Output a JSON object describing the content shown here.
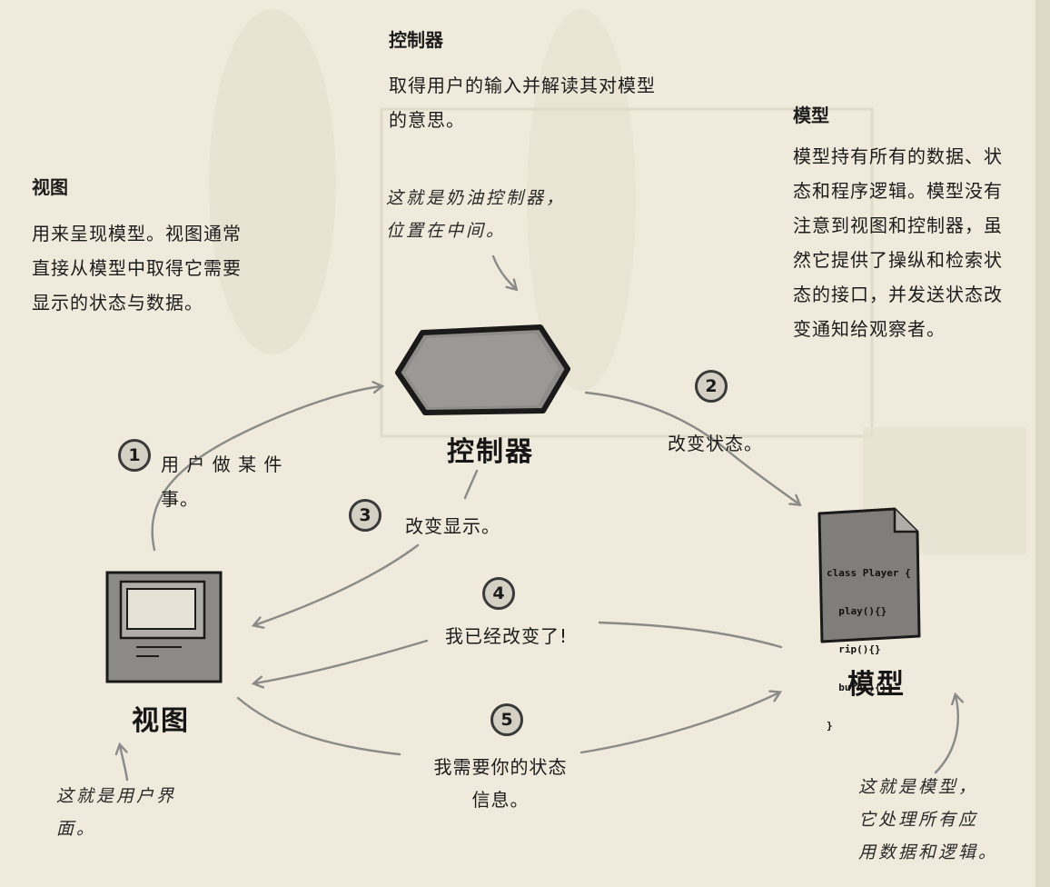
{
  "controller_info": {
    "heading": "控制器",
    "description_lines": [
      "取得用户的输入并解读其对模型",
      "的意思。"
    ]
  },
  "model_info": {
    "heading": "模型",
    "description_lines": [
      "模型持有所有的数据、状",
      "态和程序逻辑。模型没有",
      "注意到视图和控制器，虽",
      "然它提供了操纵和检索状",
      "态的接口，并发送状态改",
      "变通知给观察者。"
    ]
  },
  "view_info": {
    "heading": "视图",
    "description_lines": [
      "用来呈现模型。视图通常",
      "直接从模型中取得它需要",
      "显示的状态与数据。"
    ]
  },
  "notes": {
    "controller_note": [
      "这就是奶油控制器，",
      "位置在中间。"
    ],
    "view_note": [
      "这就是用户界",
      "面。"
    ],
    "model_note": [
      "这就是模型，",
      "它处理所有应",
      "用数据和逻辑。"
    ]
  },
  "nodes": {
    "controller_label": "控制器",
    "model_label": "模型",
    "view_label": "视图"
  },
  "model_code": {
    "lines": [
      "class Player {",
      "  play(){}",
      "  rip(){}",
      "  burn(){}",
      "}"
    ]
  },
  "steps": [
    {
      "number": "1",
      "text_lines": [
        "用 户 做 某 件",
        "事。"
      ]
    },
    {
      "number": "2",
      "text_lines": [
        "改变状态。"
      ]
    },
    {
      "number": "3",
      "text_lines": [
        "改变显示。"
      ]
    },
    {
      "number": "4",
      "text_lines": [
        "我已经改变了!"
      ]
    },
    {
      "number": "5",
      "text_lines": [
        "我需要你的状态",
        "信息。"
      ]
    }
  ],
  "colors": {
    "background": "#efeadb",
    "shape_fill": "#8e8d89",
    "outline": "#1a1a1a",
    "arrow": "#8a8a88"
  }
}
